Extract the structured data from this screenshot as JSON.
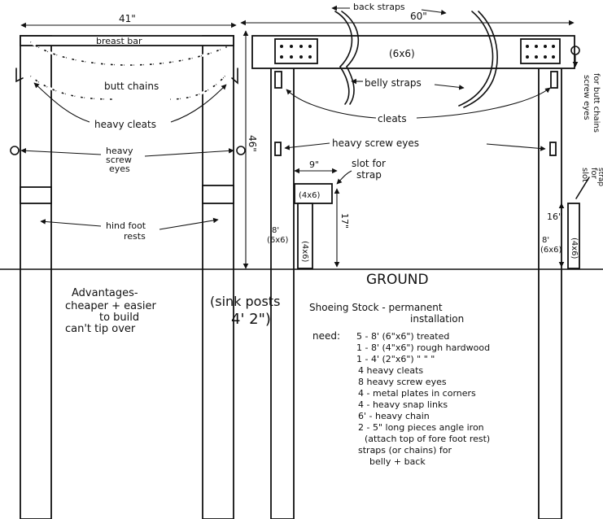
{
  "side_view": {
    "width_label": "41\"",
    "breast_bar": "breast bar",
    "butt_chains": "butt chains",
    "heavy_cleats": "heavy cleats",
    "screw_eyes_line1": "heavy",
    "screw_eyes_line2": "screw",
    "screw_eyes_line3": "eyes",
    "foot_rests_line1": "hind foot",
    "foot_rests_line2": "rests",
    "height_label": "46\""
  },
  "front_view": {
    "width_label": "60\"",
    "back_straps": "back straps",
    "top_beam": "(6x6)",
    "belly_straps": "belly straps",
    "cleats": "cleats",
    "screw_eyes": "heavy screw eyes",
    "dim_9": "9\"",
    "slot_line1": "slot for",
    "slot_line2": "strap",
    "block_4x6": "(4x6)",
    "post_left_line1": "8'",
    "post_left_line2": "(6x6)",
    "leg_left": "(4x6)",
    "dim_17": "17\"",
    "dim_16": "16\"",
    "post_right_line1": "8'",
    "post_right_line2": "(6x6)",
    "leg_right": "(4x6)",
    "right_slot_line1": "slot",
    "right_slot_line2": "for",
    "right_slot_line3": "strap",
    "right_screw_line1": "screw eyes",
    "right_screw_line2": "for butt chains"
  },
  "ground": "GROUND",
  "sink_posts_line1": "(sink posts",
  "sink_posts_line2": "4' 2\")",
  "advantages": {
    "line1": "Advantages-",
    "line2": "cheaper + easier",
    "line3": "to build",
    "line4": "can't tip over"
  },
  "notes": {
    "title_line1": "Shoeing Stock - permanent",
    "title_line2": "installation",
    "need_label": "need:",
    "items": [
      "5 - 8' (6\"x6\") treated",
      "1 - 8' (4\"x6\") rough hardwood",
      "1 - 4' (2\"x6\")  \"   \"   \"",
      "4  heavy cleats",
      "8  heavy screw eyes",
      "4 - metal plates in corners",
      "4 - heavy snap links",
      "6' - heavy chain",
      "2 - 5\" long pieces angle iron",
      "(attach top of fore foot rest)",
      "straps (or chains) for",
      "belly + back"
    ]
  }
}
